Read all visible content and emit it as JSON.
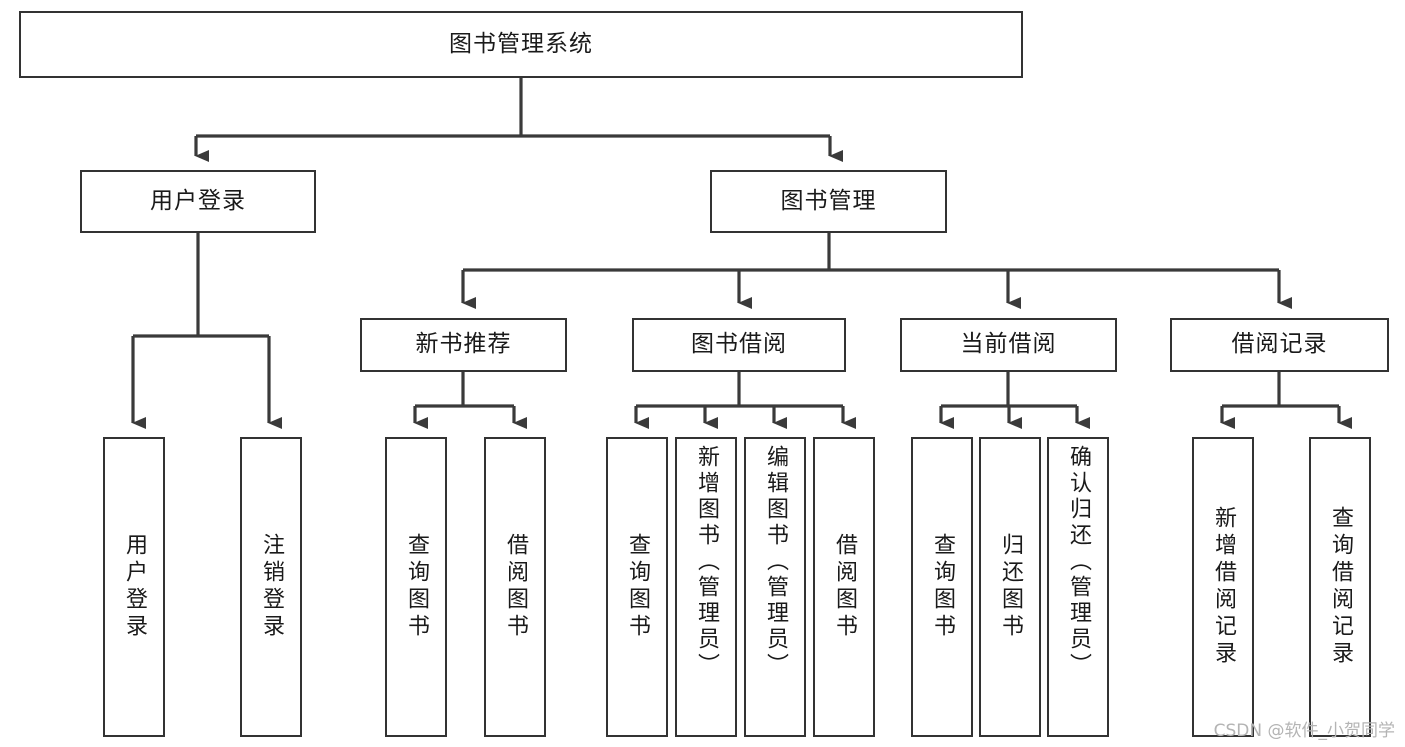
{
  "diagram": {
    "title": "图书管理系统",
    "type": "tree",
    "watermark": "CSDN @软件_小贺同学",
    "colors": {
      "box_border": "#333333",
      "box_fill": "#ffffff",
      "connector": "#3a3a3a",
      "text": "#1a1a1a",
      "watermark": "#b4b4b4",
      "background": "#ffffff"
    },
    "root": {
      "label": "图书管理系统"
    },
    "level2": [
      {
        "label": "用户登录"
      },
      {
        "label": "图书管理"
      }
    ],
    "level3": [
      {
        "label": "新书推荐"
      },
      {
        "label": "图书借阅"
      },
      {
        "label": "当前借阅"
      },
      {
        "label": "借阅记录"
      }
    ],
    "leaves": {
      "user_login": [
        {
          "label": "用户登录"
        },
        {
          "label": "注销登录"
        }
      ],
      "new_book": [
        {
          "label": "查询图书"
        },
        {
          "label": "借阅图书"
        }
      ],
      "borrow": [
        {
          "label": "查询图书"
        },
        {
          "label": "新增图书（管理员）"
        },
        {
          "label": "编辑图书（管理员）"
        },
        {
          "label": "借阅图书"
        }
      ],
      "current": [
        {
          "label": "查询图书"
        },
        {
          "label": "归还图书"
        },
        {
          "label": "确认归还（管理员）"
        }
      ],
      "records": [
        {
          "label": "新增借阅记录"
        },
        {
          "label": "查询借阅记录"
        }
      ]
    }
  }
}
